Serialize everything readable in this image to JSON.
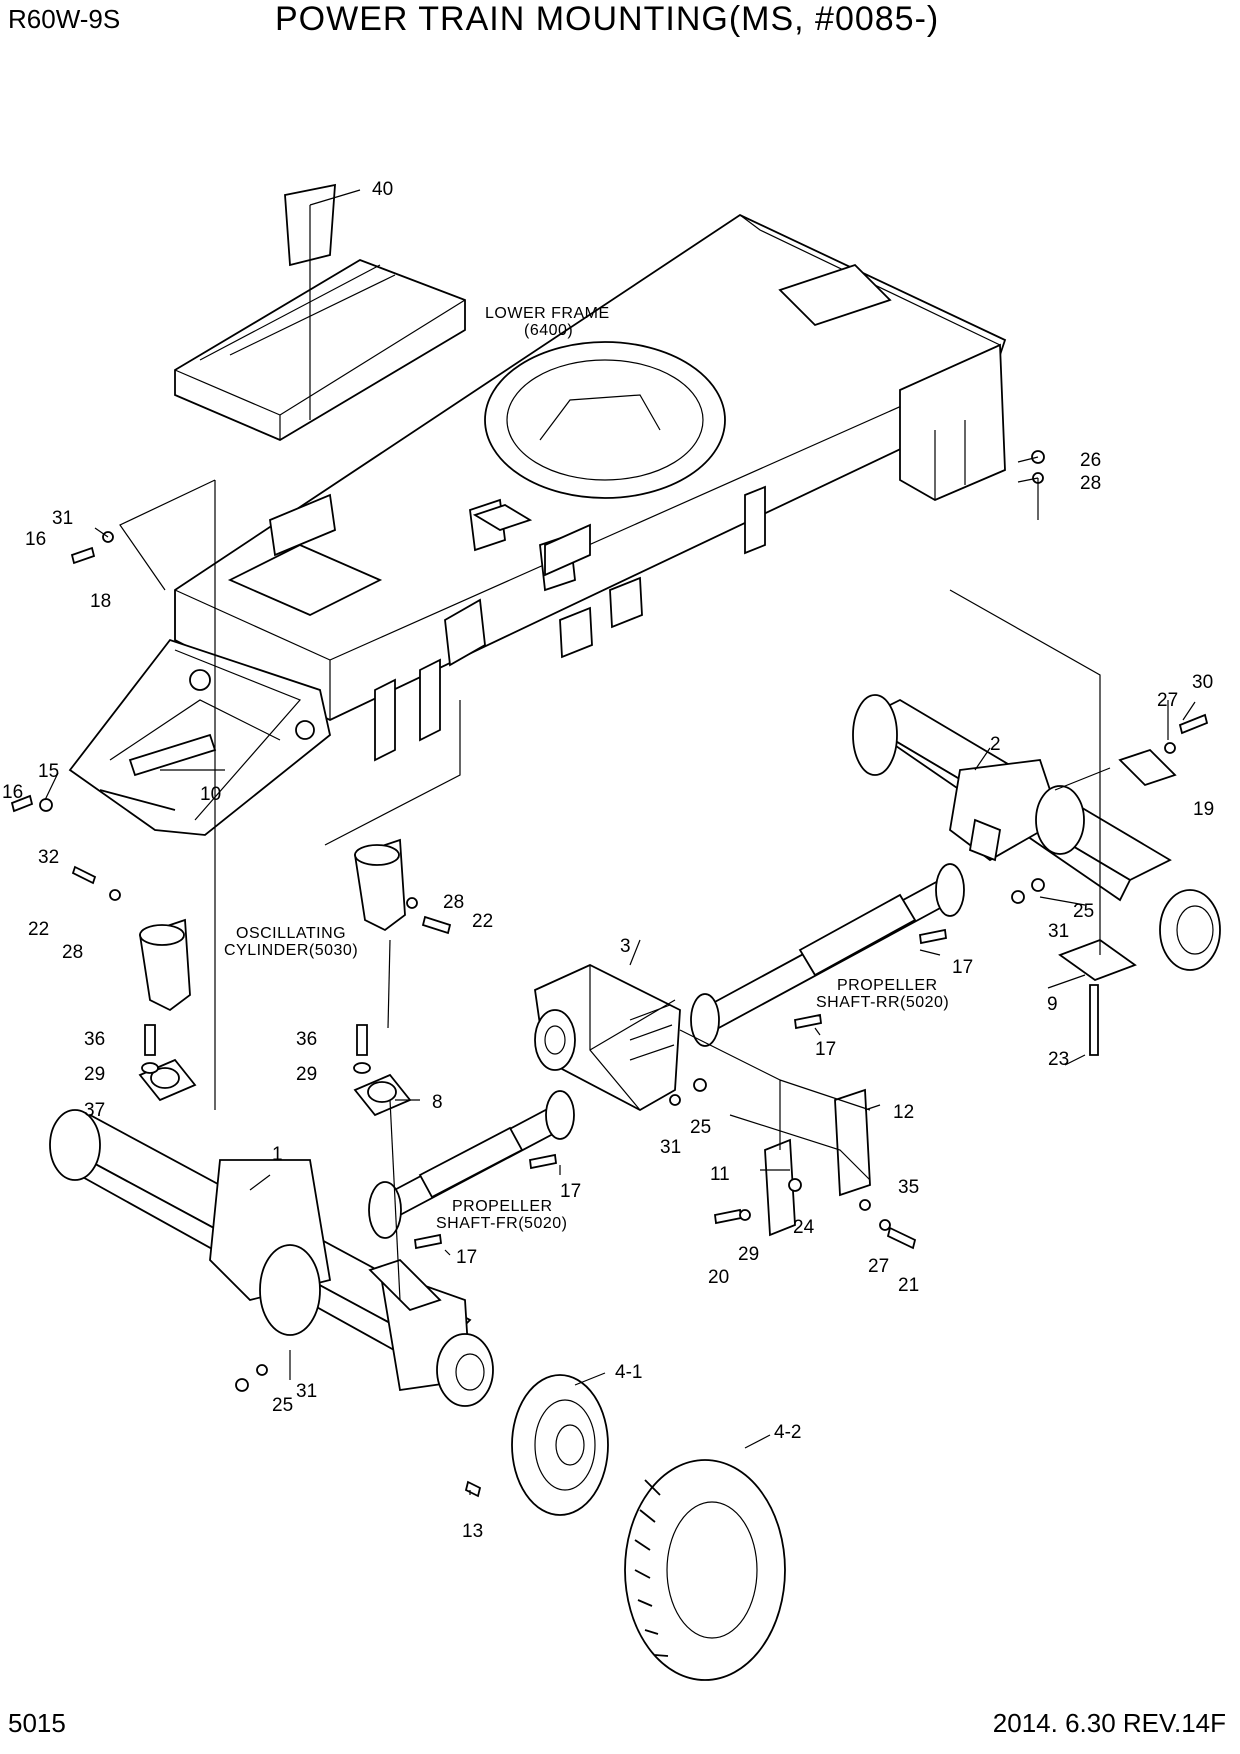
{
  "header": {
    "model": "R60W-9S",
    "title": "POWER TRAIN MOUNTING(MS, #0085-)"
  },
  "footer": {
    "page_number": "5015",
    "revision": "2014. 6.30  REV.14F"
  },
  "notes": {
    "lower_frame": "LOWER FRAME",
    "lower_frame_code": "(6400)",
    "osc_1": "OSCILLATING",
    "osc_2": "CYLINDER(5030)",
    "prop_rr_1": "PROPELLER",
    "prop_rr_2": "SHAFT-RR(5020)",
    "prop_fr_1": "PROPELLER",
    "prop_fr_2": "SHAFT-FR(5020)"
  },
  "callouts": {
    "c40": "40",
    "c26": "26",
    "c28a": "28",
    "c31a": "31",
    "c16a": "16",
    "c18": "18",
    "c30": "30",
    "c27a": "27",
    "c2": "2",
    "c19": "19",
    "c15": "15",
    "c16b": "16",
    "c10": "10",
    "c32": "32",
    "c22a": "22",
    "c28b": "28",
    "c28c": "28",
    "c22b": "22",
    "c25a": "25",
    "c31b": "31",
    "c3": "3",
    "c17a": "17",
    "c9": "9",
    "c17b": "17",
    "c36a": "36",
    "c29a": "29",
    "c37": "37",
    "c36b": "36",
    "c29b": "29",
    "c8": "8",
    "c23": "23",
    "c25b": "25",
    "c31c": "31",
    "c12": "12",
    "c1": "1",
    "c17c": "17",
    "c11": "11",
    "c35": "35",
    "c29c": "29",
    "c24": "24",
    "c17d": "17",
    "c20": "20",
    "c27b": "27",
    "c21": "21",
    "c4_1": "4-1",
    "c31d": "31",
    "c25c": "25",
    "c4_2": "4-2",
    "c13": "13"
  }
}
